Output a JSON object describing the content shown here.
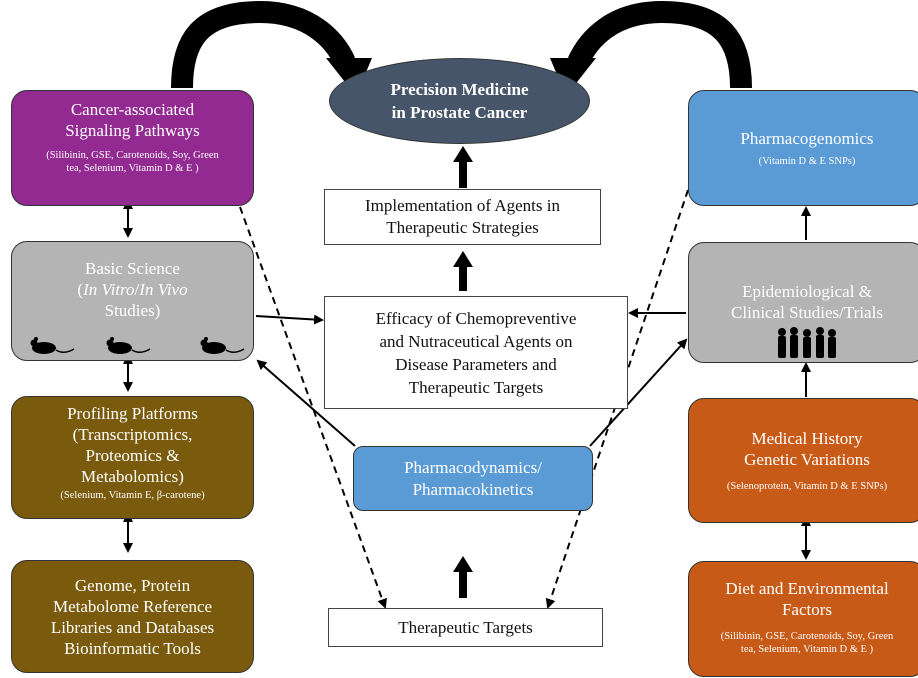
{
  "colors": {
    "purple": "#922a91",
    "gray": "#b4b4b4",
    "olive": "#7a5a0c",
    "blue": "#5b9bd5",
    "orange": "#c85a17",
    "navy": "#465569"
  },
  "top": {
    "line1": "Precision Medicine",
    "line2": "in Prostate Cancer"
  },
  "left": {
    "signaling": {
      "line1": "Cancer-associated",
      "line2": "Signaling Pathways",
      "sub1": "(Silibinin, GSE, Carotenoids, Soy, Green",
      "sub2": "tea,  Selenium, Vitamin D & E )"
    },
    "basic": {
      "line1": "Basic Science",
      "line2_pre": "(",
      "line2_it1": "In Vitro",
      "line2_slash": "/",
      "line2_it2": "In Vivo",
      "line3": "Studies)",
      "mouse_icon": "mouse-icon"
    },
    "profiling": {
      "line1": "Profiling Platforms",
      "line2": "(Transcriptomics,",
      "line3": "Proteomics &",
      "line4": "Metabolomics)",
      "sub": "(Selenium, Vitamin E, β-carotene)"
    },
    "genome": {
      "line1": "Genome, Protein",
      "line2": "Metabolome Reference",
      "line3": "Libraries and Databases",
      "line4": "Bioinformatic Tools"
    }
  },
  "center": {
    "implementation": {
      "line1": "Implementation of Agents in",
      "line2": "Therapeutic Strategies"
    },
    "efficacy": {
      "line1": "Efficacy of Chemopreventive",
      "line2": "and Nutraceutical Agents on",
      "line3": "Disease Parameters and",
      "line4": "Therapeutic Targets"
    },
    "pharmacodynamics": {
      "line1": "Pharmacodynamics/",
      "line2": "Pharmacokinetics"
    },
    "targets": {
      "line1": "Therapeutic Targets"
    }
  },
  "right": {
    "pharmacogenomics": {
      "line1": "Pharmacogenomics",
      "sub": "(Vitamin D & E SNPs)"
    },
    "epidemiological": {
      "line1": "Epidemiological &",
      "line2": "Clinical Studies/Trials",
      "people_icon": "people-group-icon"
    },
    "medical": {
      "line1": "Medical History",
      "line2": "Genetic Variations",
      "sub": "(Selenoprotein, Vitamin D & E SNPs)"
    },
    "diet": {
      "line1": "Diet and Environmental",
      "line2": "Factors",
      "sub1": "(Silibinin, GSE, Carotenoids, Soy, Green",
      "sub2": "tea,  Selenium, Vitamin D & E )"
    }
  }
}
